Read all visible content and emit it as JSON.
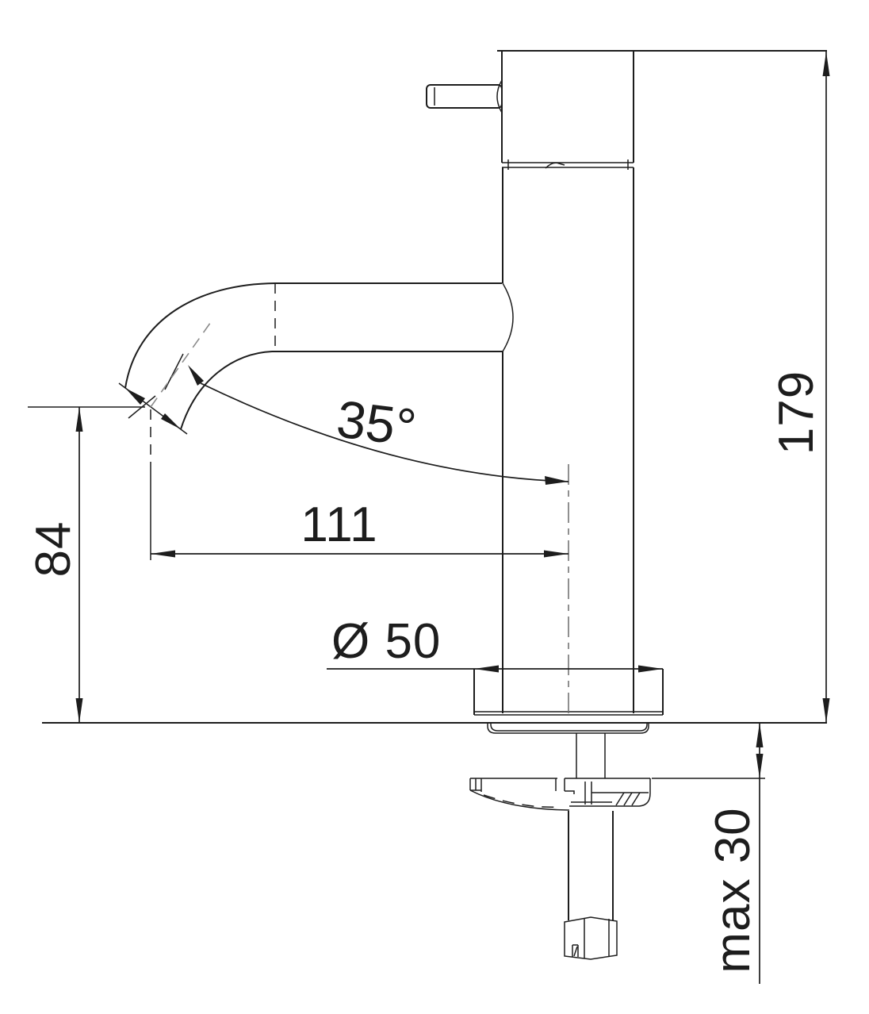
{
  "drawing": {
    "kind": "faucet-dimension-drawing",
    "colors": {
      "line": "#1d1d1d",
      "aux_line": "#8a8a8a",
      "background": "#ffffff"
    }
  },
  "labels": {
    "total_height": "179",
    "spout_height": "84",
    "spout_reach": "111",
    "base_diameter": "Ø 50",
    "spout_angle": "35°",
    "max_mounting_thickness": "max 30"
  },
  "values": {
    "total_height_mm": 179,
    "spout_height_mm": 84,
    "spout_reach_mm": 111,
    "base_diameter_mm": 50,
    "spout_angle_deg": 35,
    "max_mounting_thickness_mm": 30
  }
}
